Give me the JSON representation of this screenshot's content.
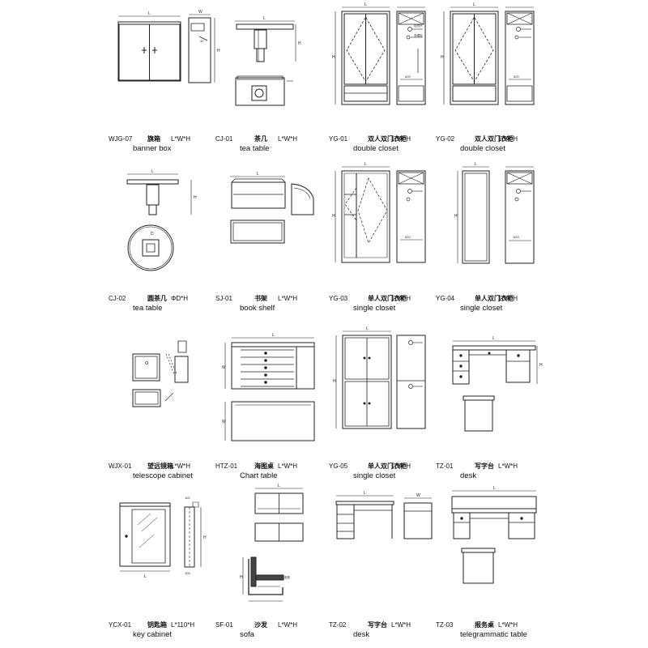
{
  "sheet": {
    "title": "",
    "items": [
      {
        "code": "WJG-07",
        "cn": "旗箱",
        "dims": "L*W*H",
        "en": "banner box"
      },
      {
        "code": "CJ-01",
        "cn": "茶几",
        "dims": "L*W*H",
        "en": "tea table"
      },
      {
        "code": "YG-01",
        "cn": "双人双门衣柜",
        "dims": "L*W*H",
        "en": "double closet"
      },
      {
        "code": "YG-02",
        "cn": "双人双门衣柜",
        "dims": "L*W*H",
        "en": "double closet"
      },
      {
        "code": "CJ-02",
        "cn": "圆茶几",
        "dims": "ΦD*H",
        "en": "tea table"
      },
      {
        "code": "SJ-01",
        "cn": "书架",
        "dims": "L*W*H",
        "en": "book shelf"
      },
      {
        "code": "YG-03",
        "cn": "单人双门衣柜",
        "dims": "L*W*H",
        "en": "single closet"
      },
      {
        "code": "YG-04",
        "cn": "单人双门衣柜",
        "dims": "L*W*H",
        "en": "single closet"
      },
      {
        "code": "WJX-01",
        "cn": "望远镜箱",
        "dims": "L*W*H",
        "en": "telescope cabinet"
      },
      {
        "code": "HTZ-01",
        "cn": "海图桌",
        "dims": "L*W*H",
        "en": "Chart table"
      },
      {
        "code": "YG-05",
        "cn": "单人双门衣柜",
        "dims": "L*W*H",
        "en": "single closet"
      },
      {
        "code": "TZ-01",
        "cn": "写字台",
        "dims": "L*W*H",
        "en": "desk"
      },
      {
        "code": "YCX-01",
        "cn": "钥匙箱",
        "dims": "L*110*H",
        "en": "key cabinet"
      },
      {
        "code": "SF-01",
        "cn": "沙发",
        "dims": "L*W*H",
        "en": "sofa"
      },
      {
        "code": "TZ-02",
        "cn": "写字台",
        "dims": "L*W*H",
        "en": "desk"
      },
      {
        "code": "TZ-03",
        "cn": "报务桌",
        "dims": "L*W*H",
        "en": "telegrammatic table"
      }
    ],
    "drawing_marks": {
      "dim_L": "L",
      "dim_W": "W",
      "dim_H": "H",
      "dim_D": "D",
      "dim_110": "110",
      "dim_100": "100",
      "dim_620": "620",
      "hanger_note": "挂衣杆",
      "hook_note": "衣帽钩",
      "seat_note": "座垫"
    },
    "style": {
      "line": "#222222",
      "paper": "#ffffff",
      "shade": "#444444"
    }
  }
}
